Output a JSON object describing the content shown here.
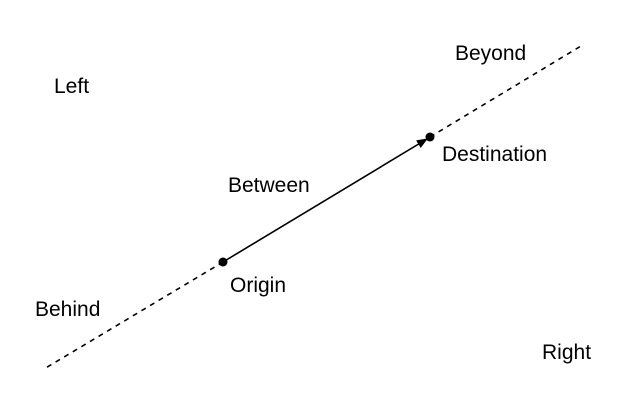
{
  "labels": {
    "left": "Left",
    "beyond": "Beyond",
    "destination": "Destination",
    "between": "Between",
    "origin": "Origin",
    "behind": "Behind",
    "right": "Right"
  },
  "colors": {
    "ink": "#000000",
    "background": "#ffffff"
  }
}
